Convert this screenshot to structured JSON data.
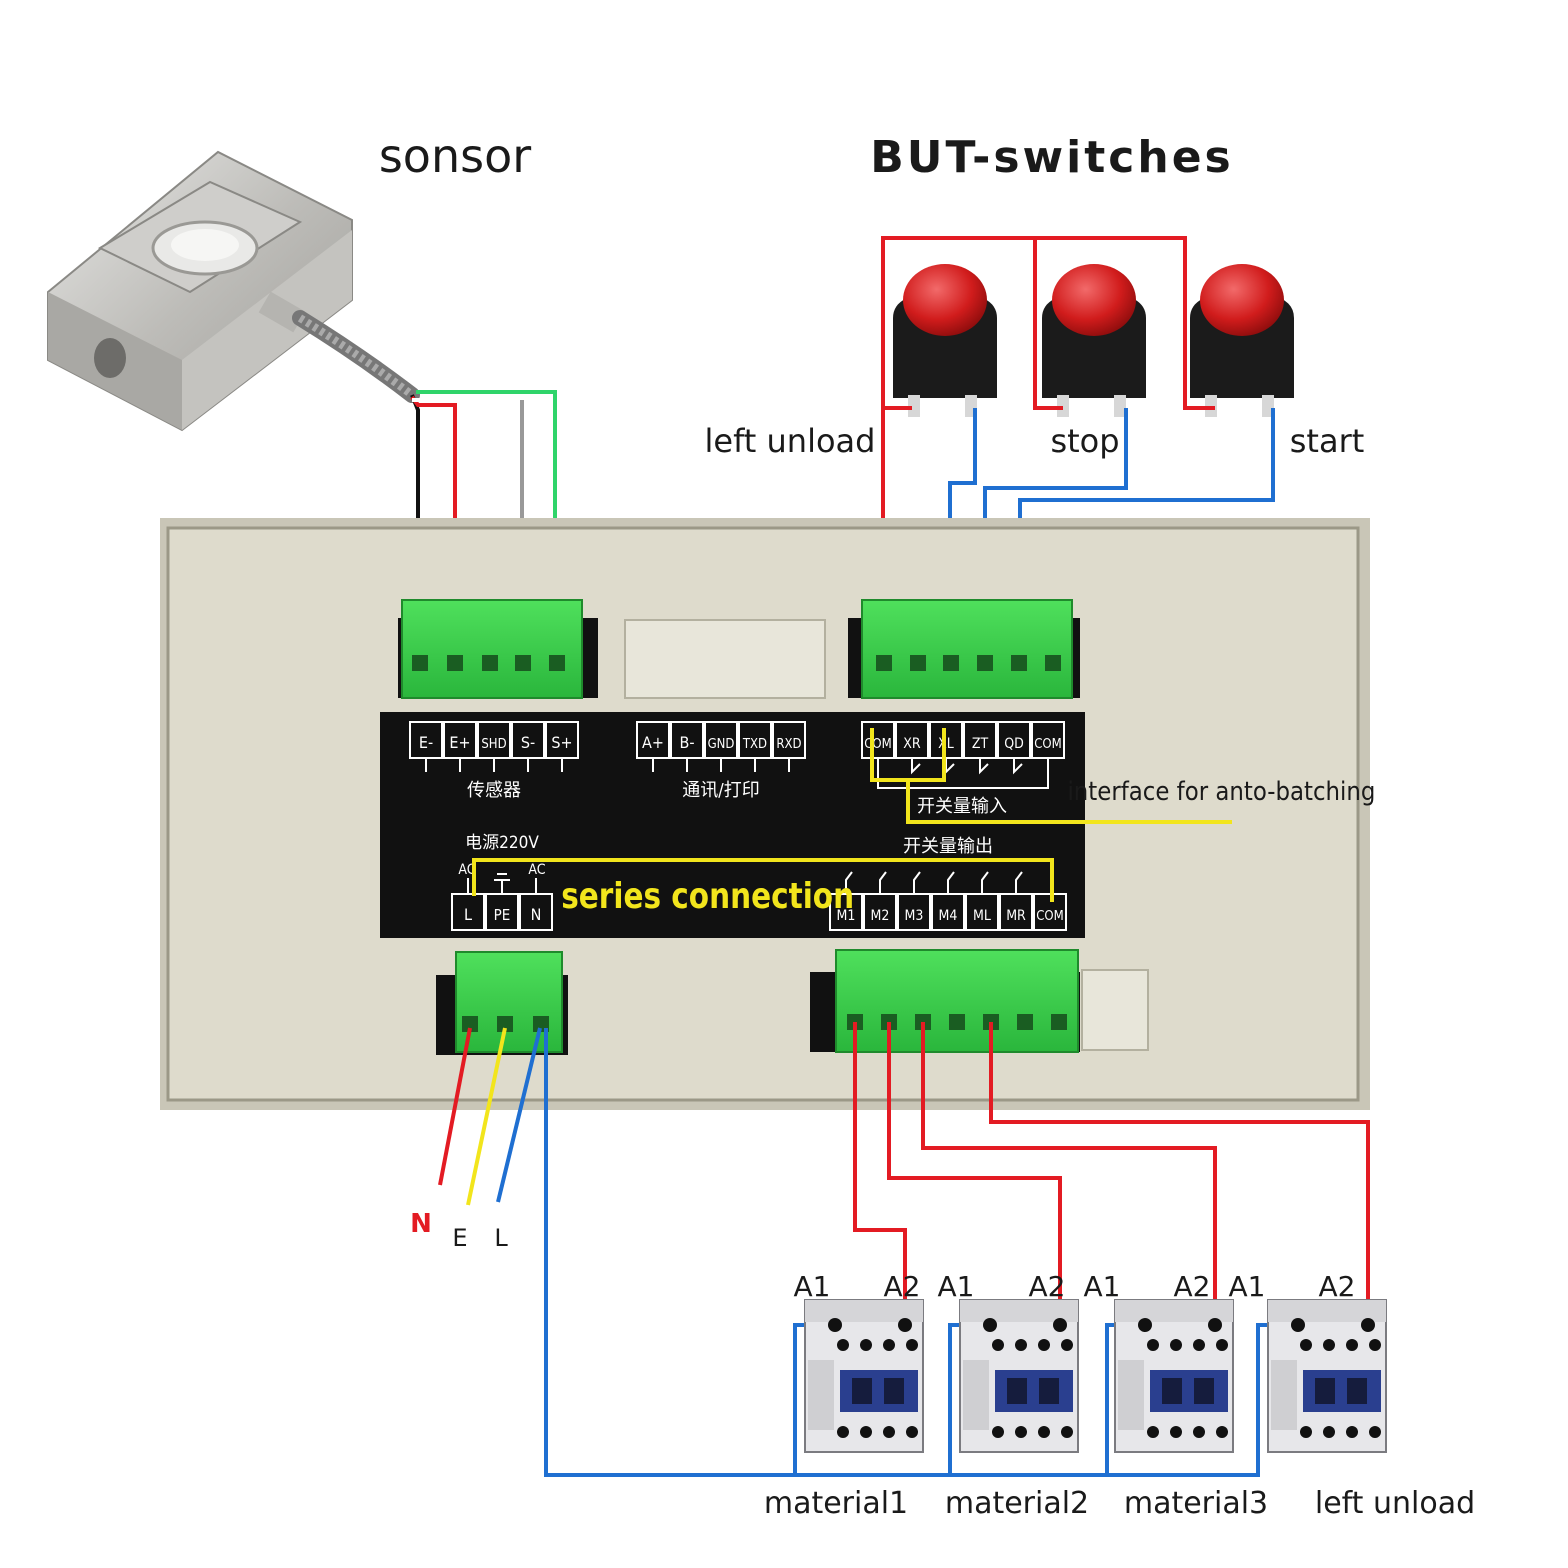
{
  "titles": {
    "sensor": "sonsor",
    "switches": "BUT-switches"
  },
  "buttons": {
    "left_unload": "left unload",
    "stop": "stop",
    "start": "start"
  },
  "panel": {
    "sensor_terminals": [
      "E-",
      "E+",
      "SHD",
      "S-",
      "S+"
    ],
    "sensor_caption": "传感器",
    "comm_terminals": [
      "A+",
      "B-",
      "GND",
      "TXD",
      "RXD"
    ],
    "comm_caption": "通讯/打印",
    "input_terminals": [
      "COM",
      "XR",
      "XL",
      "ZT",
      "QD",
      "COM"
    ],
    "input_caption": "开关量输入",
    "power_caption": "电源220V",
    "power_ac_left": "AC",
    "power_ac_right": "AC",
    "power_terminals": [
      "L",
      "PE",
      "N"
    ],
    "output_caption": "开关量输出",
    "output_terminals": [
      "M1",
      "M2",
      "M3",
      "M4",
      "ML",
      "MR",
      "COM"
    ],
    "series_connection": "series connection"
  },
  "annotations": {
    "interface": "interface for anto-batching"
  },
  "power_leads": {
    "n": "N",
    "e": "E",
    "l": "L"
  },
  "contactors": [
    {
      "a1": "A1",
      "a2": "A2",
      "label": "material1"
    },
    {
      "a1": "A1",
      "a2": "A2",
      "label": "material2"
    },
    {
      "a1": "A1",
      "a2": "A2",
      "label": "material3"
    },
    {
      "a1": "A1",
      "a2": "A2",
      "label": "left unload"
    }
  ],
  "colors": {
    "red_wire": "#e31b23",
    "blue_wire": "#1f6fd1",
    "green_wire": "#2fd46a",
    "yellow_wire": "#f2e51c",
    "terminal_green": "#36c94a",
    "panel_body": "#d9d6c8",
    "label_plate": "#111111"
  }
}
